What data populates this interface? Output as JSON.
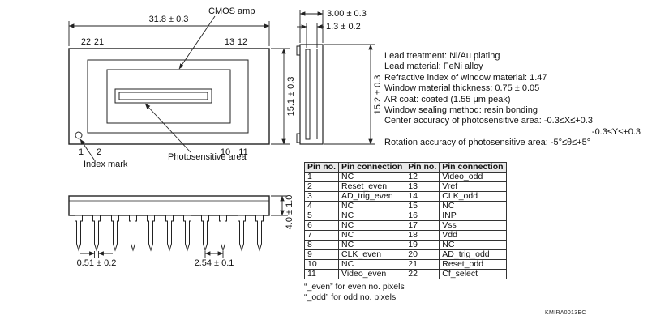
{
  "doc_code": "KMIRA0013EC",
  "top_view": {
    "dim_width": "31.8 ± 0.3",
    "dim_height": "15.1 ± 0.3",
    "label_cmos_amp": "CMOS amp",
    "label_index_mark": "Index mark",
    "label_photosensitive": "Photosensitive area",
    "pin_numbers": {
      "top_left_a": "22",
      "top_left_b": "21",
      "top_right_a": "13",
      "top_right_b": "12",
      "bottom_left_a": "1",
      "bottom_left_b": "2",
      "bottom_right_a": "10",
      "bottom_right_b": "11"
    }
  },
  "side_view": {
    "dim_depth": "3.00 ± 0.3",
    "dim_window": "1.3 ± 0.2",
    "dim_height": "15.2 ± 0.3"
  },
  "front_view": {
    "dim_lead_length": "4.0 ± 1.0",
    "dim_lead_width": "0.51 ± 0.2",
    "dim_pitch": "2.54 ± 0.1"
  },
  "specs": [
    "Lead treatment: Ni/Au plating",
    "Lead material: FeNi alloy",
    "Refractive index of window material: 1.47",
    "Window material thickness: 0.75 ± 0.05",
    "AR coat: coated (1.55 μm peak)",
    "Window sealing method: resin bonding",
    "Center accuracy of photosensitive area: -0.3≤X≤+0.3",
    "-0.3≤Y≤+0.3",
    "Rotation accuracy of photosensitive area: -5°≤θ≤+5°"
  ],
  "pin_table": {
    "headers": [
      "Pin no.",
      "Pin connection",
      "Pin no.",
      "Pin connection"
    ],
    "rows": [
      [
        "1",
        "NC",
        "12",
        "Video_odd"
      ],
      [
        "2",
        "Reset_even",
        "13",
        "Vref"
      ],
      [
        "3",
        "AD_trig_even",
        "14",
        "CLK_odd"
      ],
      [
        "4",
        "NC",
        "15",
        "NC"
      ],
      [
        "5",
        "NC",
        "16",
        "INP"
      ],
      [
        "6",
        "NC",
        "17",
        "Vss"
      ],
      [
        "7",
        "NC",
        "18",
        "Vdd"
      ],
      [
        "8",
        "NC",
        "19",
        "NC"
      ],
      [
        "9",
        "CLK_even",
        "20",
        "AD_trig_odd"
      ],
      [
        "10",
        "NC",
        "21",
        "Reset_odd"
      ],
      [
        "11",
        "Video_even",
        "22",
        "Cf_select"
      ]
    ],
    "footnote_even": "“_even” for even no. pixels",
    "footnote_odd": "“_odd” for odd no. pixels"
  }
}
